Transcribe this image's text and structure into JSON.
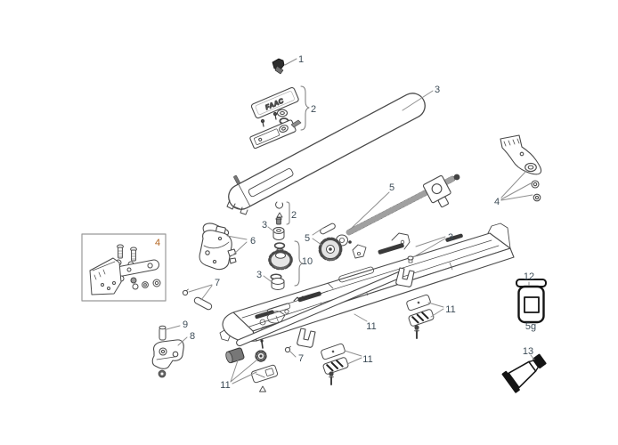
{
  "diagram": {
    "type": "exploded-parts-diagram",
    "background_color": "#ffffff",
    "line_color": "#4a4a4a",
    "label_color": "#3d4c57",
    "accent_label_color": "#b4641f",
    "cover_logo": "FAAC",
    "callouts": {
      "part1": "1",
      "part2": "2",
      "part3": "3",
      "part4": "4",
      "part5": "5",
      "part6": "6",
      "part7": "7",
      "part8": "8",
      "part9": "9",
      "part10": "10",
      "part11": "11",
      "part12": "12",
      "part13": "13",
      "grease_weight": "5g"
    }
  }
}
